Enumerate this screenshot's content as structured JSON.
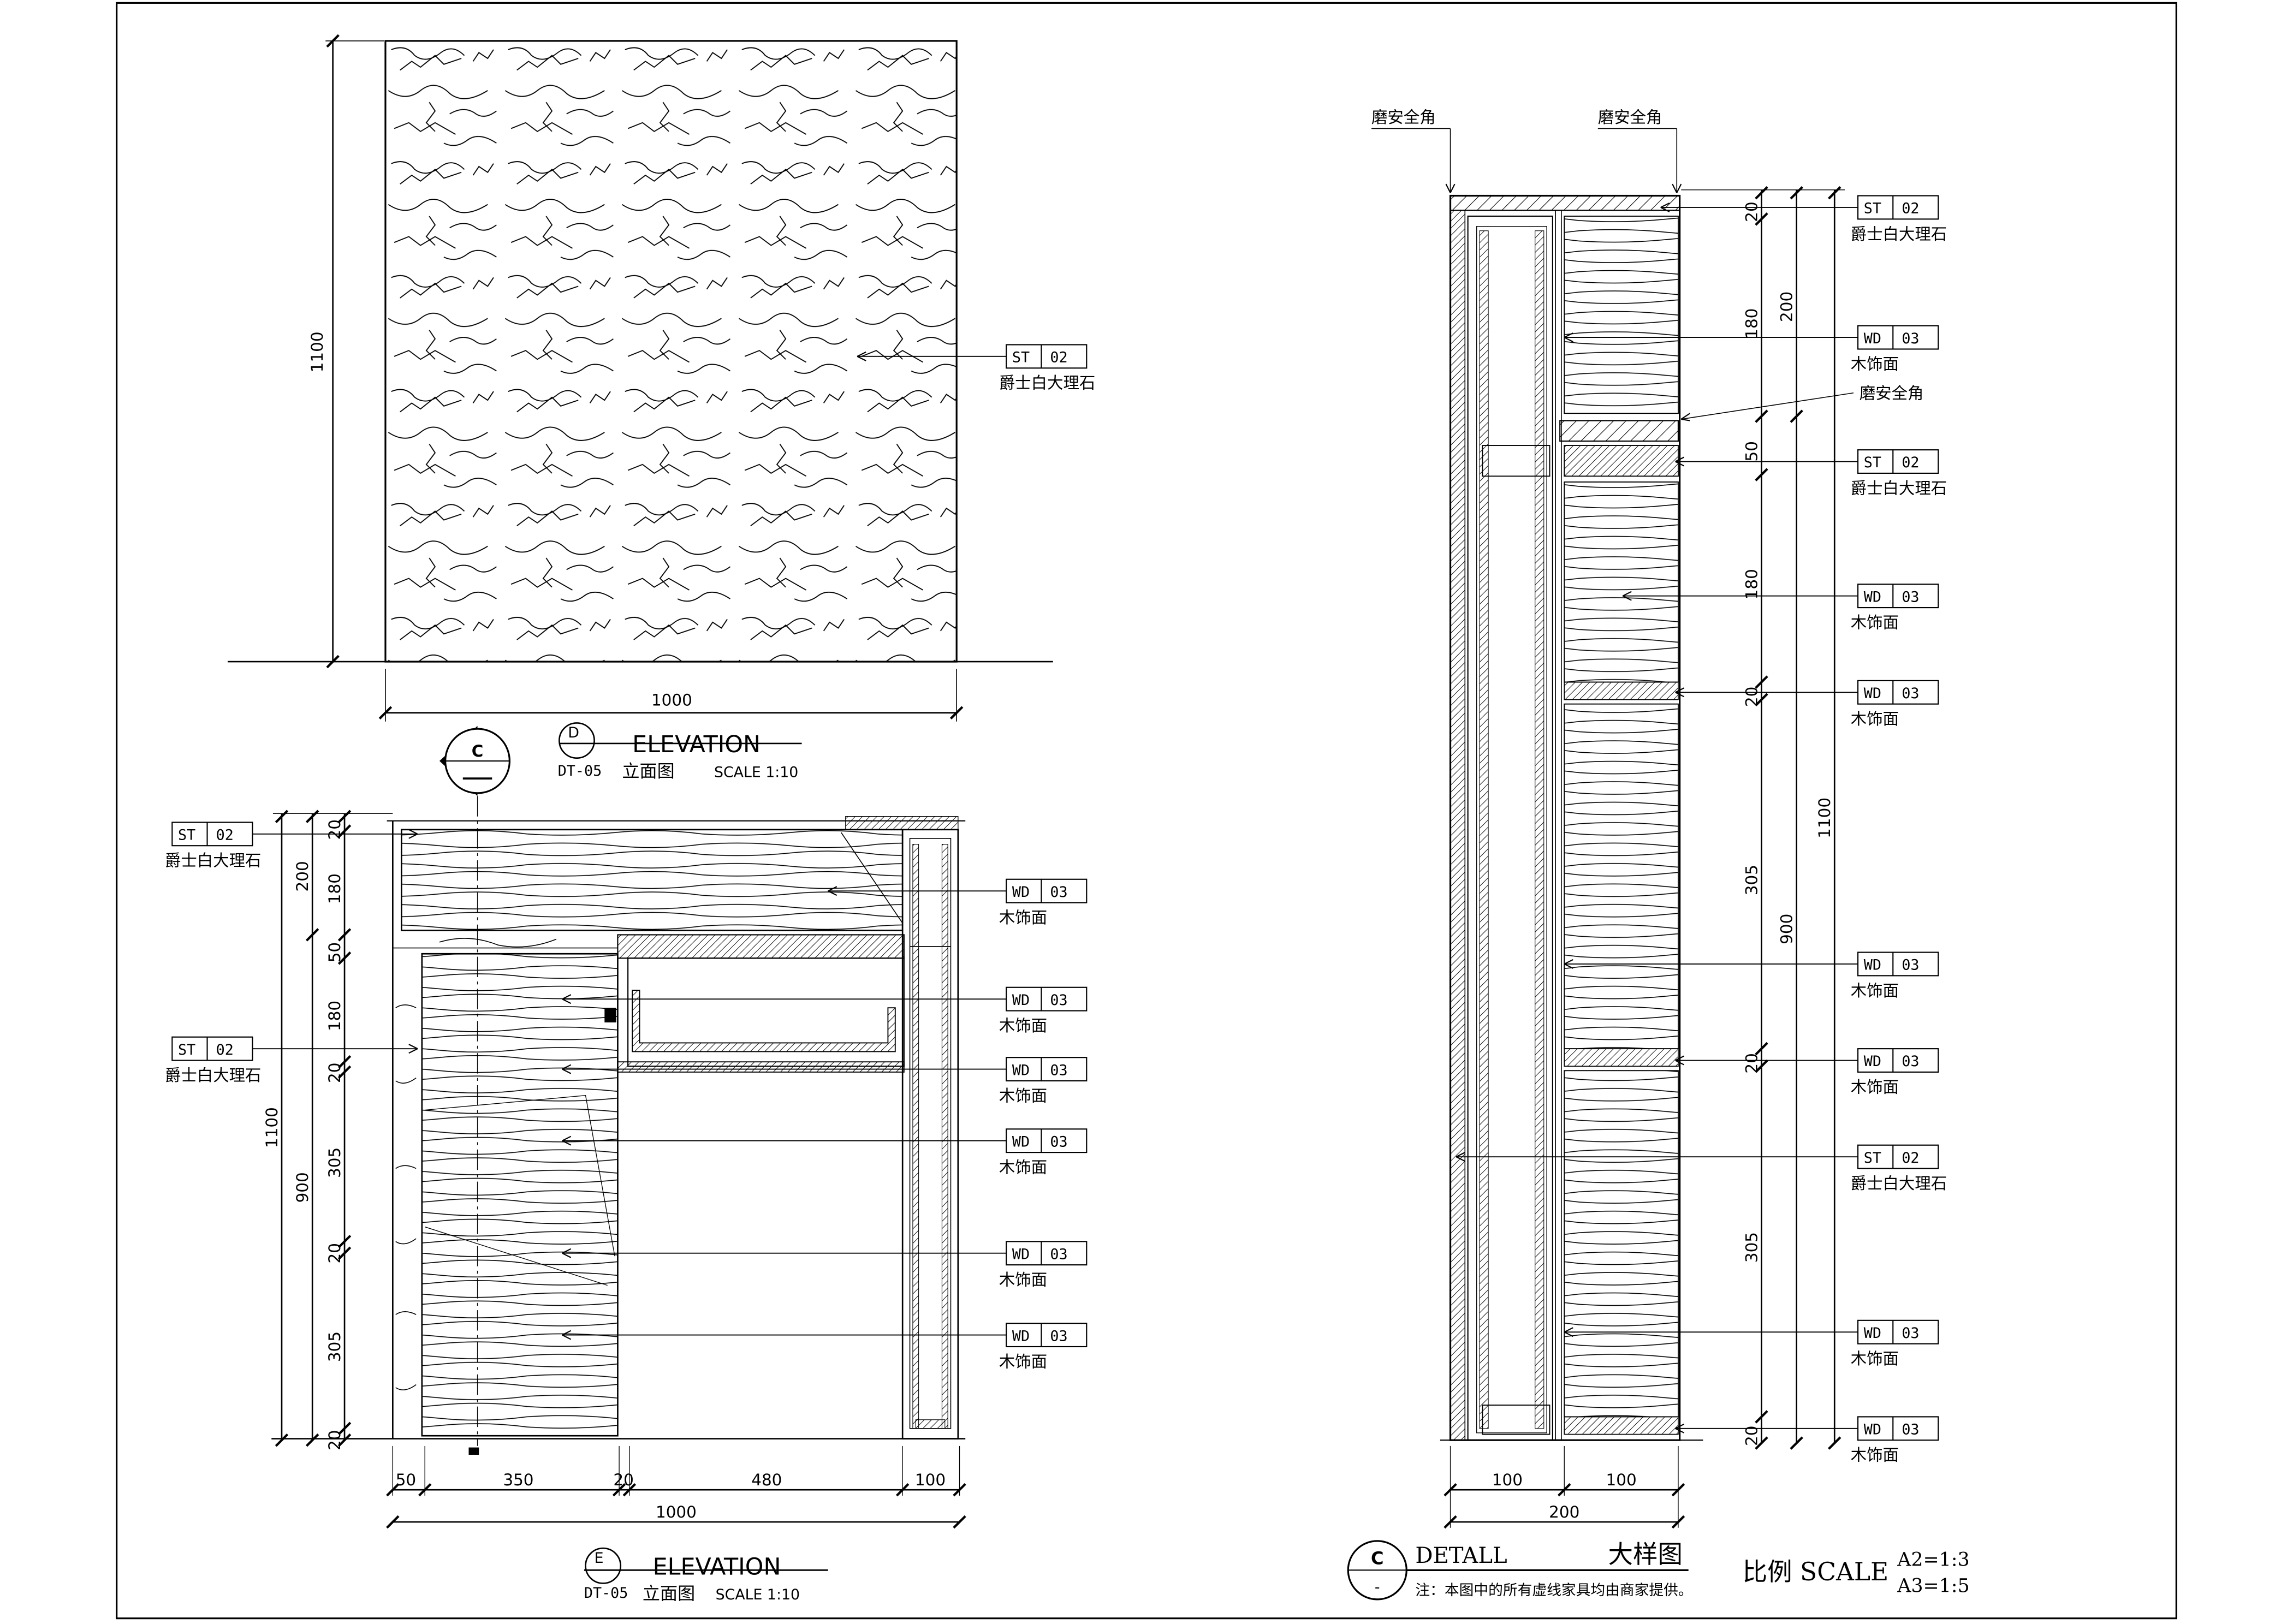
{
  "elevation_d": {
    "label": "ELEVATION",
    "letter": "D",
    "ref": "DT-05",
    "subtitle": "立面图",
    "scale": "SCALE  1:10",
    "dim_height": "1100",
    "dim_width": "1000",
    "callout": {
      "code": "ST",
      "num": "02",
      "name": "爵士白大理石"
    }
  },
  "section_marker": {
    "letter": "C"
  },
  "elevation_e": {
    "label": "ELEVATION",
    "letter": "E",
    "ref": "DT-05",
    "subtitle": "立面图",
    "scale": "SCALE  1:10",
    "left_dims": {
      "outer": "1100",
      "col2": [
        "200",
        "900"
      ],
      "col3": [
        "20",
        "180",
        "50",
        "180",
        "20",
        "305",
        "20",
        "305",
        "20"
      ]
    },
    "bottom_dims": [
      "50",
      "350",
      "20",
      "480",
      "100"
    ],
    "bottom_total": "1000",
    "left_callouts": [
      {
        "code": "ST",
        "num": "02",
        "name": "爵士白大理石"
      },
      {
        "code": "ST",
        "num": "02",
        "name": "爵士白大理石"
      }
    ],
    "right_callouts": [
      {
        "code": "WD",
        "num": "03",
        "name": "木饰面"
      },
      {
        "code": "WD",
        "num": "03",
        "name": "木饰面"
      },
      {
        "code": "WD",
        "num": "03",
        "name": "木饰面"
      },
      {
        "code": "WD",
        "num": "03",
        "name": "木饰面"
      },
      {
        "code": "WD",
        "num": "03",
        "name": "木饰面"
      },
      {
        "code": "WD",
        "num": "03",
        "name": "木饰面"
      }
    ]
  },
  "detail_c": {
    "letter": "C",
    "sub": "-",
    "title": "DETALL",
    "title_cn": "大样图",
    "note": "注：本图中的所有虚线家具均由商家提供。",
    "scale_label": "比例 SCALE",
    "scale_a2": "A2=1:3",
    "scale_a3": "A3=1:5",
    "top_labels": [
      "磨安全角",
      "磨安全角"
    ],
    "mid_label": "磨安全角",
    "bottom_dims": [
      "100",
      "100"
    ],
    "bottom_total": "200",
    "right_dims": {
      "col1": [
        "20",
        "180",
        "50",
        "180",
        "20",
        "305",
        "20",
        "305",
        "20"
      ],
      "col2": [
        "200",
        "900"
      ],
      "col3": "1100"
    },
    "callouts": [
      {
        "code": "ST",
        "num": "02",
        "name": "爵士白大理石"
      },
      {
        "code": "WD",
        "num": "03",
        "name": "木饰面"
      },
      {
        "code": "ST",
        "num": "02",
        "name": "爵士白大理石"
      },
      {
        "code": "WD",
        "num": "03",
        "name": "木饰面"
      },
      {
        "code": "WD",
        "num": "03",
        "name": "木饰面"
      },
      {
        "code": "WD",
        "num": "03",
        "name": "木饰面"
      },
      {
        "code": "WD",
        "num": "03",
        "name": "木饰面"
      },
      {
        "code": "ST",
        "num": "02",
        "name": "爵士白大理石"
      },
      {
        "code": "WD",
        "num": "03",
        "name": "木饰面"
      },
      {
        "code": "WD",
        "num": "03",
        "name": "木饰面"
      }
    ]
  }
}
